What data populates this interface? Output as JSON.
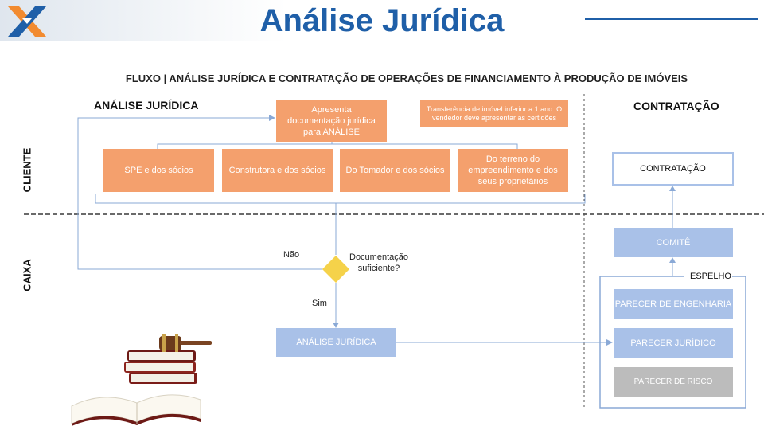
{
  "header": {
    "title": "Análise Jurídica",
    "subtitle": "FLUXO | ANÁLISE JURÍDICA E CONTRATAÇÃO DE OPERAÇÕES DE FINANCIAMENTO À PRODUÇÃO DE IMÓVEIS"
  },
  "sections": {
    "analysis": "ANÁLISE JURÍDICA",
    "contracting": "CONTRATAÇÃO"
  },
  "lanes": {
    "client": "CLIENTE",
    "bank": "CAIXA"
  },
  "client_lane": {
    "present_docs": "Apresenta documentação jurídica para ANÁLISE",
    "transfer_note": "Transferência de imóvel inferior a 1 ano: O vendedor deve apresentar as certidões",
    "docs": [
      "SPE e dos sócios",
      "Construtora e dos sócios",
      "Do Tomador e dos sócios",
      "Do terreno do empreendimento e dos seus proprietários"
    ],
    "contracting_box": "CONTRATAÇÃO"
  },
  "bank_lane": {
    "no_label": "Não",
    "decision_question": "Documentação suficiente?",
    "yes_label": "Sim",
    "legal_analysis": "ANÁLISE JURÍDICA",
    "committee": "COMITÊ",
    "mirror": "ESPELHO",
    "opinions": [
      "PARECER DE ENGENHARIA",
      "PARECER JURÍDICO",
      "PARECER DE RISCO"
    ]
  },
  "colors": {
    "brand_blue": "#1f5fa8",
    "brand_orange": "#f4a06d",
    "box_blue": "#a9c1e8",
    "decision_yellow": "#f5d24a",
    "risk_grey": "#bcbcbc",
    "connector": "#8aa9d6"
  },
  "icons": [
    "caixa-logo",
    "gavel-books-illustration"
  ]
}
